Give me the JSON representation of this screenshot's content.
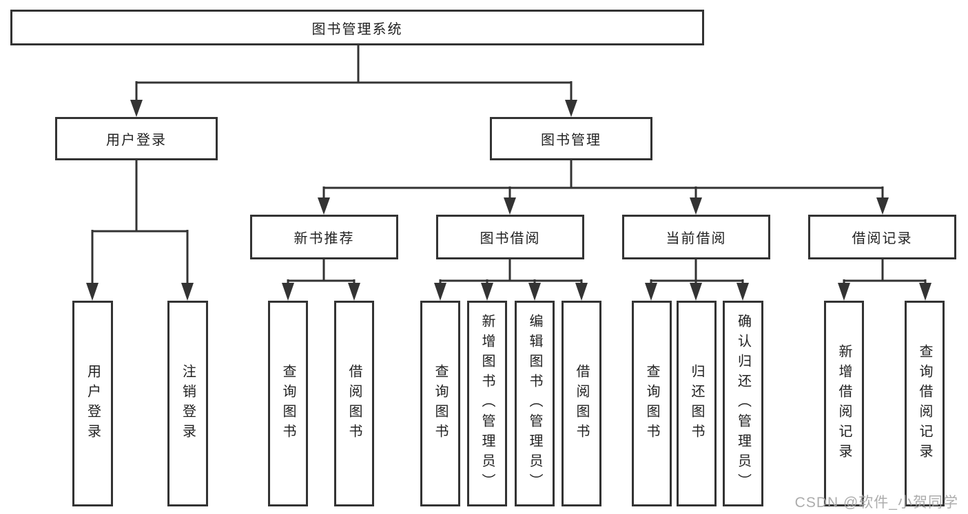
{
  "diagram_title": "图书管理系统",
  "tree": {
    "label": "图书管理系统",
    "children": [
      {
        "label": "用户登录",
        "children": [
          {
            "label": "用户登录"
          },
          {
            "label": "注销登录"
          }
        ]
      },
      {
        "label": "图书管理",
        "children": [
          {
            "label": "新书推荐",
            "children": [
              {
                "label": "查询图书"
              },
              {
                "label": "借阅图书"
              }
            ]
          },
          {
            "label": "图书借阅",
            "children": [
              {
                "label": "查询图书"
              },
              {
                "label": "新增图书（管理员）"
              },
              {
                "label": "编辑图书（管理员）"
              },
              {
                "label": "借阅图书"
              }
            ]
          },
          {
            "label": "当前借阅",
            "children": [
              {
                "label": "查询图书"
              },
              {
                "label": "归还图书"
              },
              {
                "label": "确认归还（管理员）"
              }
            ]
          },
          {
            "label": "借阅记录",
            "children": [
              {
                "label": "新增借阅记录"
              },
              {
                "label": "查询借阅记录"
              }
            ]
          }
        ]
      }
    ]
  },
  "watermark": {
    "text": "CSDN @软件_小贺同学",
    "color": "#a6a6a6"
  },
  "colors": {
    "background": "#ffffff",
    "line": "#333333",
    "box_border": "#333333",
    "box_fill": "#ffffff",
    "text": "#222222"
  }
}
